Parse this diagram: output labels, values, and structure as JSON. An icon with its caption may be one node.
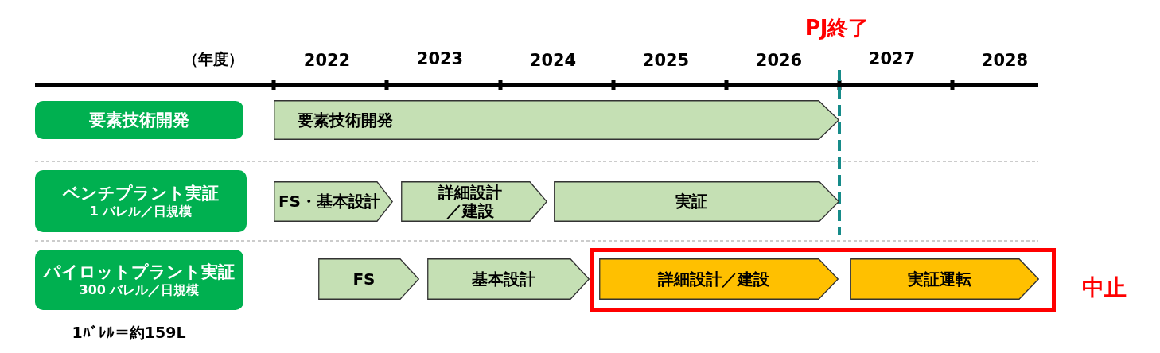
{
  "diagram": {
    "nodes": [
      {
        "text": [
          "要素技術開発"
        ]
      },
      {
        "text": [
          "要素技術開発"
        ]
      },
      {
        "text": [
          "ベンチプラント実証",
          "1 バレル／日規模"
        ]
      },
      {
        "text": [
          "FS・基本設計"
        ]
      },
      {
        "text": [
          "詳細設計／建設"
        ]
      },
      {
        "text": [
          "実証"
        ]
      },
      {
        "text": [
          "パイロットプラント実証",
          "300 バレル／日規模"
        ]
      },
      {
        "text": [
          "FS"
        ]
      },
      {
        "text": [
          "基本設計"
        ]
      },
      {
        "text": [],
        "shape": "box",
        "beside": [
          "中止"
        ]
      },
      {
        "text": [
          "詳細設計／建設"
        ],
        "in": 9
      },
      {
        "text": [
          "実証運転"
        ],
        "in": 9
      }
    ],
    "labels": [
      "PJ終了",
      "（年度）",
      "2022",
      "2023",
      "2024",
      "2025",
      "2026",
      "2027",
      "2028",
      "1ﾊﾞﾚﾙ＝約159L"
    ]
  }
}
